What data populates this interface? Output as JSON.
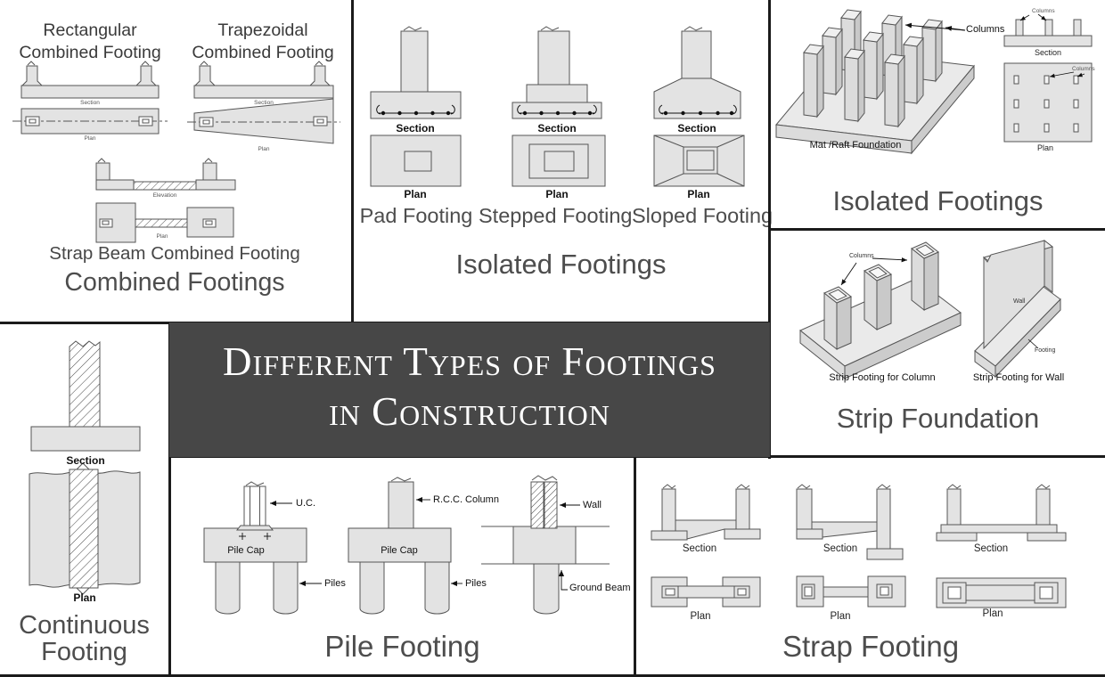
{
  "labels": {
    "section": "Section",
    "plan": "Plan",
    "elevation": "Elevation",
    "columns": "Columns",
    "wall": "Wall"
  },
  "main_title": {
    "line1": "Different Types of Footings",
    "line2": "in Construction"
  },
  "combined": {
    "title": "Combined Footings",
    "rectangular_heading": "Rectangular Combined Footing",
    "trapezoidal_heading": "Trapezoidal Combined Footing",
    "strap_caption": "Strap Beam Combined Footing"
  },
  "isolated_mid": {
    "title": "Isolated Footings",
    "pad_caption": "Pad Footing",
    "stepped_caption": "Stepped Footing",
    "sloped_caption": "Sloped Footing"
  },
  "isolated_right": {
    "title": "Isolated Footings",
    "mat_caption": "Mat /Raft Foundation"
  },
  "strip": {
    "title": "Strip Foundation",
    "column_caption": "Strip Footing for Column",
    "wall_caption": "Strip Footing for Wall",
    "footing_label": "Footing"
  },
  "continuous": {
    "title_line1": "Continuous",
    "title_line2": "Footing"
  },
  "pile": {
    "title": "Pile Footing",
    "uc_label": "U.C.",
    "rcc_label": "R.C.C. Column",
    "pile_cap_label": "Pile Cap",
    "piles_label": "Piles",
    "ground_beam_label": "Ground Beam"
  },
  "strap": {
    "title": "Strap Footing"
  },
  "colors": {
    "shape_fill": "#e3e3e3",
    "shape_stroke": "#555555",
    "caption_text": "#4d4d4d",
    "title_bg": "#474747",
    "title_text": "#ffffff",
    "divider": "#1b1b1b"
  }
}
